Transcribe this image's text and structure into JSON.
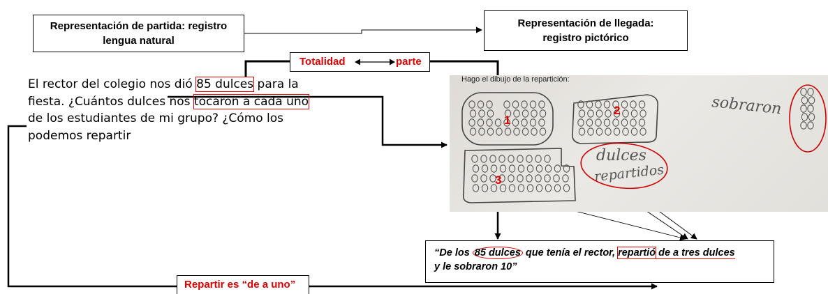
{
  "start_box": {
    "line1": "Representación de partida: registro",
    "line2": "lengua natural"
  },
  "end_box": {
    "line1": "Representación de llegada:",
    "line2": "registro pictórico"
  },
  "totality": {
    "left": "Totalidad",
    "right": "parte"
  },
  "problem": {
    "t1": "El rector del colegio nos dió ",
    "hl1": "85 dulces",
    "t2": " para la fiesta. ¿Cuántos dulces nos ",
    "hl2": "tocaron a cada uno",
    "t3": " de los estudiantes de mi grupo? ¿Cómo los podemos repartir"
  },
  "photo": {
    "caption": "Hago el dibujo de la repartición:",
    "group_numbers": [
      "1",
      "2",
      "3"
    ],
    "handwriting_sobraron": "sobraron",
    "handwriting_dulces": "dulces",
    "handwriting_repartidos": "repartidos"
  },
  "quote": {
    "q1": "“De los ",
    "hl_85": "85 dulces",
    "q2": " que tenía el rector, ",
    "hl_repartio": "repartió",
    "q3": " de a tres dulces",
    "q4": "y le sobraron  10”"
  },
  "repartir_label": "Repartir es “de a uno”",
  "colors": {
    "accent_red": "#e00000",
    "line": "#000000"
  }
}
